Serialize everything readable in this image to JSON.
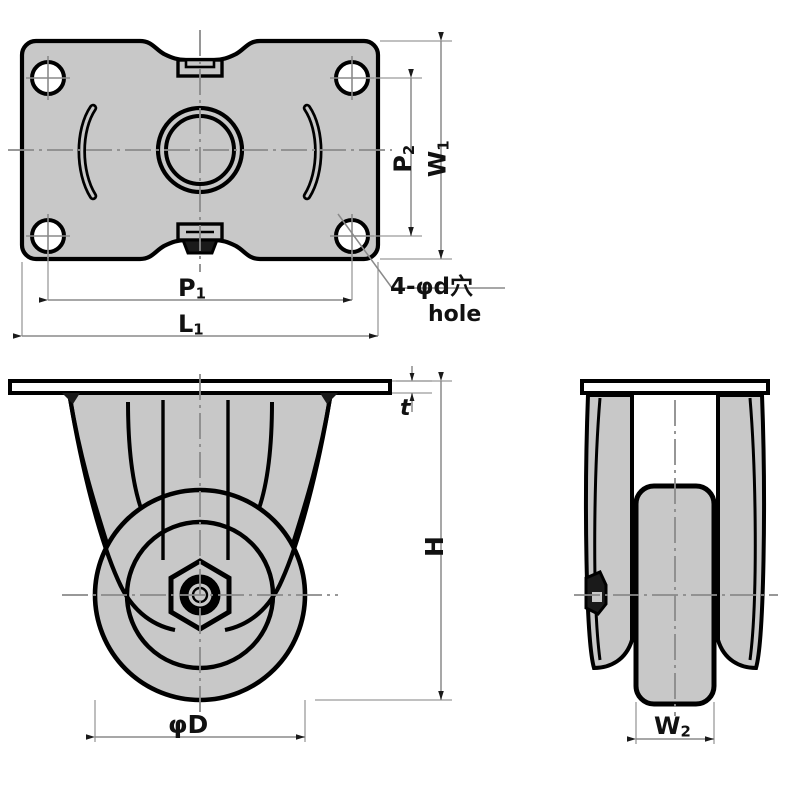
{
  "drawing": {
    "type": "engineering-orthographic-drawing",
    "subject": "rigid caster with top mounting plate",
    "views": [
      {
        "id": "top",
        "name": "top-view-plan",
        "description": "mounting plate plan view with four bolt holes, two arc slots and central hub"
      },
      {
        "id": "front",
        "name": "front-view-elevation",
        "description": "front elevation showing fork, wheel and hex axle nut"
      },
      {
        "id": "side",
        "name": "side-view-elevation",
        "description": "side elevation showing wheel width between fork legs"
      }
    ],
    "colors": {
      "outline": "#000000",
      "fill": "#c8c8c8",
      "dimension_line": "#8a8a8a",
      "center_line": "#8a8a8a",
      "background": "#ffffff"
    }
  },
  "dimensions": {
    "L1": {
      "label": "L",
      "sub": "1",
      "view": "top",
      "orientation": "horizontal",
      "meaning": "overall plate length"
    },
    "P1": {
      "label": "P",
      "sub": "1",
      "view": "top",
      "orientation": "horizontal",
      "meaning": "bolt hole pitch lengthwise"
    },
    "P2": {
      "label": "P",
      "sub": "2",
      "view": "top",
      "orientation": "vertical",
      "meaning": "bolt hole pitch crosswise"
    },
    "W1": {
      "label": "W",
      "sub": "1",
      "view": "top",
      "orientation": "vertical",
      "meaning": "overall plate width"
    },
    "t": {
      "label": "t",
      "sub": "",
      "view": "front",
      "orientation": "vertical",
      "meaning": "plate thickness"
    },
    "H": {
      "label": "H",
      "sub": "",
      "view": "front",
      "orientation": "vertical",
      "meaning": "overall caster height"
    },
    "PHID": {
      "label": "φD",
      "sub": "",
      "view": "front",
      "orientation": "horizontal",
      "meaning": "wheel diameter"
    },
    "W2": {
      "label": "W",
      "sub": "2",
      "view": "side",
      "orientation": "horizontal",
      "meaning": "wheel tread width"
    }
  },
  "annotations": {
    "hole_note_line1": "4-φd穴",
    "hole_note_line2": "hole",
    "hole_note_meaning": "four holes of diameter d"
  }
}
